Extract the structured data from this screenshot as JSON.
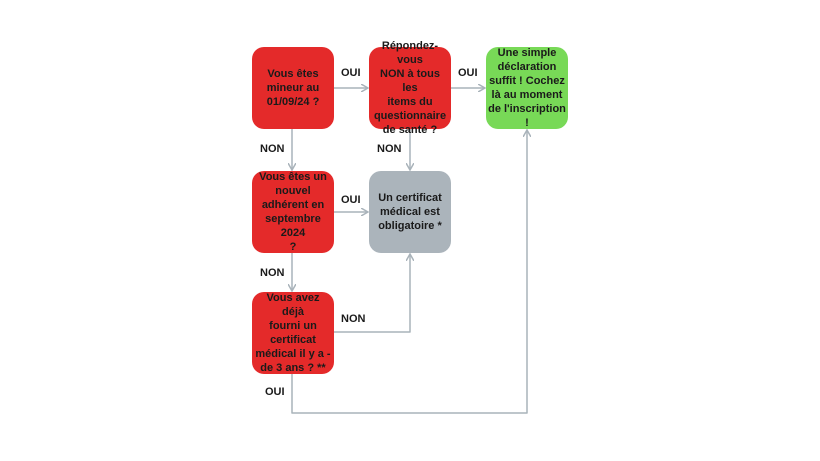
{
  "nodes": {
    "q1": "Vous êtes\nmineur au\n01/09/24 ?",
    "q2": "Répondez-vous\nNON à tous les\nitems du\nquestionnaire\nde santé ?",
    "q3": "Vous êtes un\nnouvel\nadhérent en\nseptembre 2024\n?",
    "q4": "Vous avez déjà\nfourni un\ncertificat\nmédical il y a  -\nde 3 ans ? **",
    "certificat": "Un certificat\nmédical est\nobligatoire *",
    "declaration": "Une simple\ndéclaration\nsuffit ! Cochez\nlà au moment\nde l'inscription !"
  },
  "edges": {
    "q1_to_q2": "OUI",
    "q2_to_declaration": "OUI",
    "q1_to_q3": "NON",
    "q2_to_certificat": "NON",
    "q3_to_certificat": "OUI",
    "q3_to_q4": "NON",
    "q4_to_certificat": "NON",
    "q4_to_declaration": "OUI"
  },
  "colors": {
    "question": "#e42a2a",
    "obligation": "#abb4bb",
    "success": "#78d957",
    "connector": "#a9b3ba"
  }
}
